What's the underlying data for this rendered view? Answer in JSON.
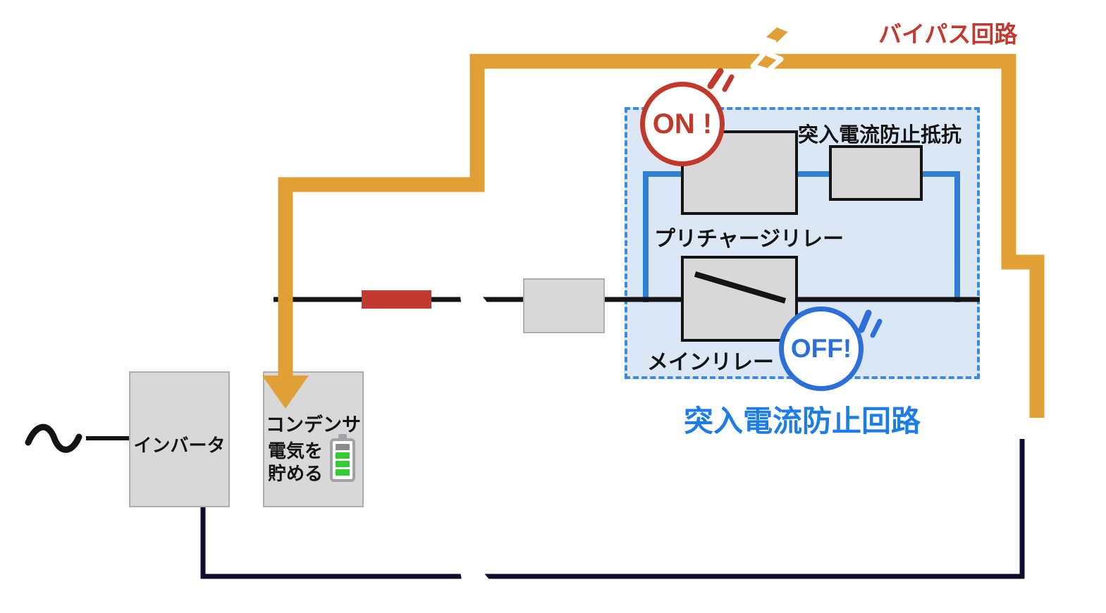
{
  "diagram": {
    "bypass_label": "バイパス回路",
    "inrush_circuit_label": "突入電流防止回路",
    "resistor_label": "突入電流防止抵抗",
    "precharge_relay_label": "プリチャージリレー",
    "main_relay_label": "メインリレー",
    "inverter_label": "インバータ",
    "capacitor_label": "コンデンサ",
    "capacitor_note_line1": "電気を",
    "capacitor_note_line2": "貯める",
    "on_badge": "ON !",
    "off_badge": "OFF!",
    "icons": {
      "lightning": "lightning-bolt-icon",
      "ac_source": "ac-sine-wave-icon",
      "battery": "battery-charging-icon",
      "cut_marks": "wire-cut-mark-icon"
    },
    "colors": {
      "bypass_orange": "#E1A036",
      "alert_red": "#C23A2F",
      "circuit_blue": "#2F80D3",
      "panel_fill": "#DBE7F5",
      "panel_border": "#3E8BDB",
      "title_blue": "#1E7CE6",
      "off_blue": "#2D6FD8",
      "return_navy": "#0D0D2E",
      "box_gray": "#D8D8D8",
      "battery_green": "#33CC33"
    }
  }
}
